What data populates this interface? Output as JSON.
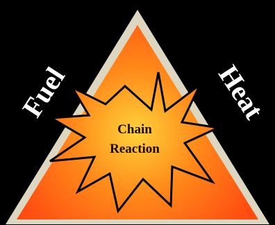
{
  "diagram": {
    "left_label": "Fuel",
    "right_label": "Heat",
    "center_line1": "Chain",
    "center_line2": "Reaction"
  },
  "colors": {
    "background": "#000000",
    "triangle_border": "#ddd6c0",
    "gradient_inner": "#ffd23a",
    "gradient_mid": "#ff7a12",
    "gradient_outer": "#ff4a10",
    "label_text": "#ffffff",
    "center_text": "#1a0a00"
  }
}
